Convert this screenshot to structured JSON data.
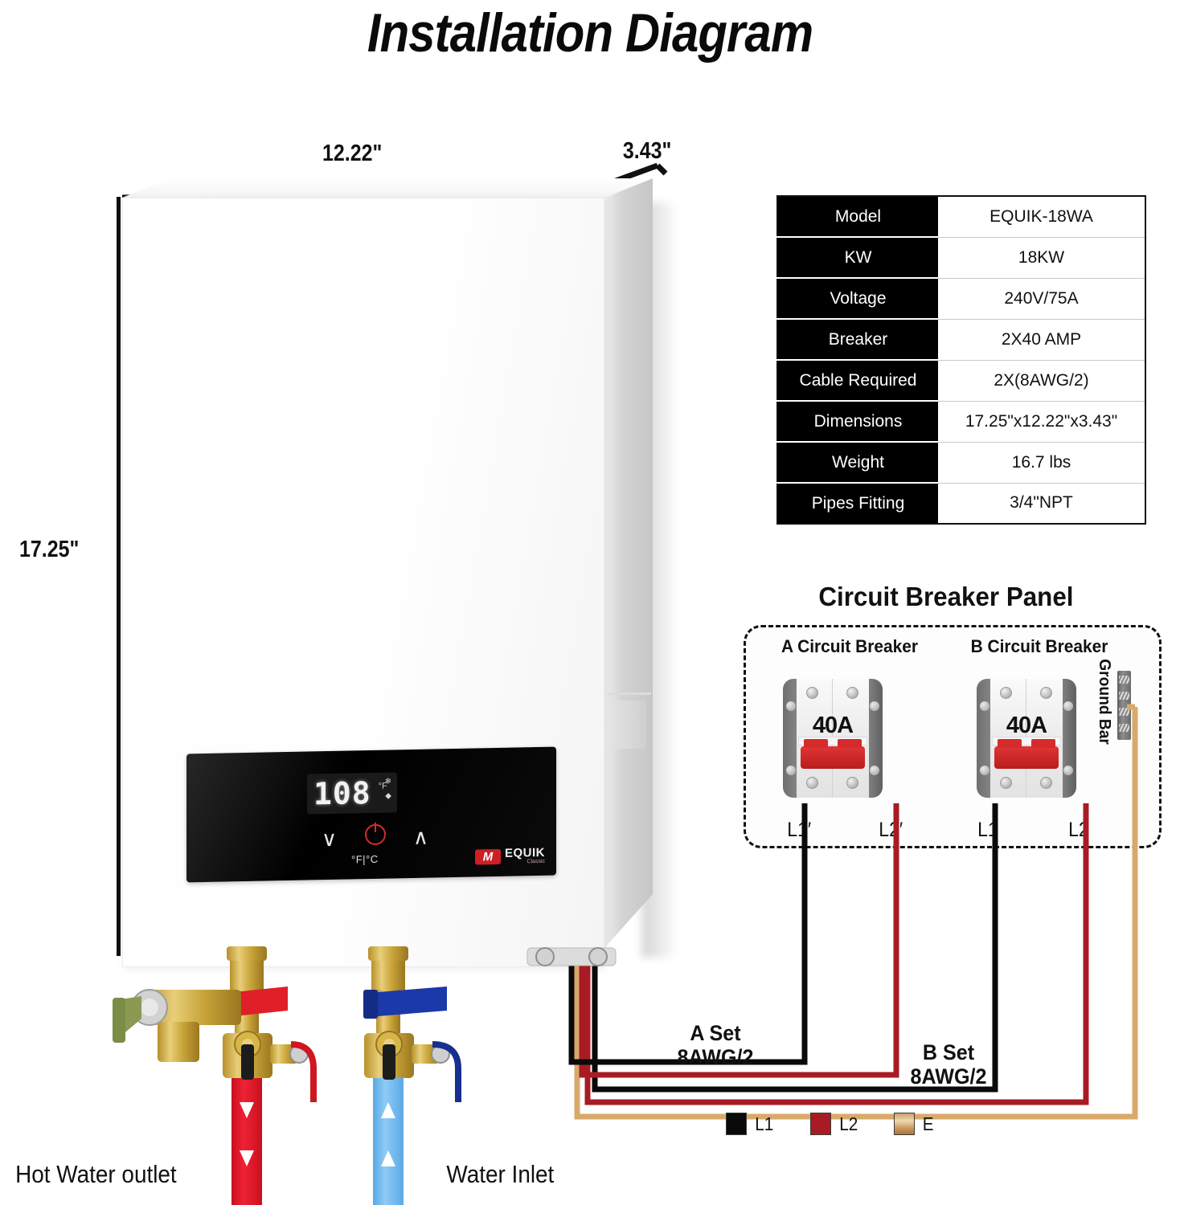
{
  "title": "Installation Diagram",
  "dimensions": {
    "width_label": "12.22\"",
    "depth_label": "3.43\"",
    "height_label": "17.25\""
  },
  "device": {
    "display_value": "108",
    "display_unit": "°F",
    "indicator_top": "❄",
    "indicator_bottom": "◆",
    "button_down": "∨",
    "button_up": "∧",
    "unit_toggle_label": "°F|°C",
    "brand_mark": "M",
    "brand_name": "EQUIK",
    "brand_sub": "Classic"
  },
  "spec_table": {
    "rows": [
      {
        "key": "Model",
        "value": "EQUIK-18WA"
      },
      {
        "key": "KW",
        "value": "18KW"
      },
      {
        "key": "Voltage",
        "value": "240V/75A"
      },
      {
        "key": "Breaker",
        "value": "2X40 AMP"
      },
      {
        "key": "Cable  Required",
        "value": "2X(8AWG/2)"
      },
      {
        "key": "Dimensions",
        "value": "17.25\"x12.22\"x3.43\""
      },
      {
        "key": "Weight",
        "value": "16.7 lbs"
      },
      {
        "key": "Pipes Fitting",
        "value": "3/4\"NPT"
      }
    ]
  },
  "breaker_panel": {
    "title": "Circuit Breaker Panel",
    "breaker_a": {
      "caption": "A\nCircuit Breaker",
      "rating": "40A"
    },
    "breaker_b": {
      "caption": "B\nCircuit Breaker",
      "rating": "40A"
    },
    "ground_bar_label": "Ground Bar",
    "terminals": {
      "a_left": "L1′",
      "a_right": "L2′",
      "b_left": "L1",
      "b_right": "L2"
    }
  },
  "cable_sets": {
    "set_a": "A Set\n8AWG/2",
    "set_b": "B Set\n8AWG/2"
  },
  "legend": {
    "items": [
      {
        "label": "L1",
        "color": "#0a0a0a"
      },
      {
        "label": "L2",
        "color": "#a81b24"
      },
      {
        "label": "E",
        "color": "#d9a96b"
      }
    ]
  },
  "plumbing": {
    "hot_outlet_label": "Hot Water outlet",
    "water_inlet_label": "Water Inlet"
  },
  "colors": {
    "wire_l1": "#0a0a0a",
    "wire_l2": "#a81b24",
    "wire_ground": "#d9a96b",
    "hot_pipe": "#e51f30",
    "cold_pipe": "#76bdf0",
    "brass": "#c8a02e",
    "breaker_red": "#d62b2b"
  }
}
